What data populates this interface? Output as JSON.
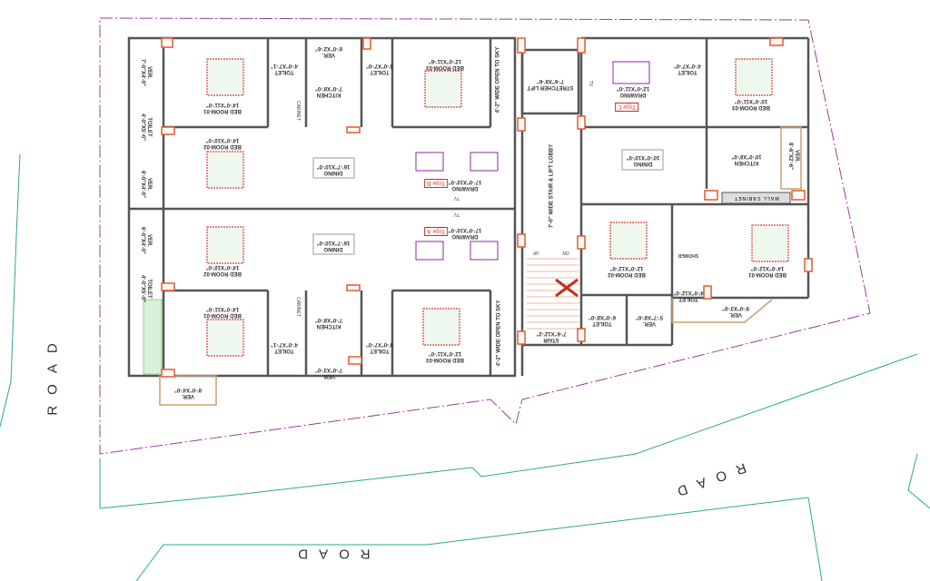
{
  "title": "Typical Floor Plan",
  "roads": [
    "ROAD",
    "ROAD",
    "ROAD"
  ],
  "units": {
    "type_b": {
      "tag": "Type B",
      "rooms": [
        {
          "name": "VER.",
          "dims": "7'-0\"X4'-0\""
        },
        {
          "name": "BED ROOM-01",
          "dims": "14'-0\"X11'-0\""
        },
        {
          "name": "TOILET",
          "dims": "4'-0\"X7'-1\""
        },
        {
          "name": "VER.",
          "dims": "6'-0\"X2'-6\""
        },
        {
          "name": "KITCHEN",
          "dims": "7'-0\"X8'-0\""
        },
        {
          "name": "TOILET",
          "dims": "4'-0\"X7'-0\""
        },
        {
          "name": "BED ROOM-03",
          "dims": "12'-0\"X11'-6\""
        },
        {
          "name": "TOILET",
          "dims": "4'-0\"X5'-0\""
        },
        {
          "name": "BED ROOM-02",
          "dims": "14'-0\"X10'-0\""
        },
        {
          "name": "VER.",
          "dims": "6'-0\"X4'-0\""
        },
        {
          "name": "DINING",
          "dims": "16'-7\"X10'-0\""
        },
        {
          "name": "DRAWING",
          "dims": "17'-0\"X10'-0\""
        }
      ],
      "tv": "TV",
      "cabinet": "CABINET",
      "open_to_sky": "4'-2\" WIDE OPEN TO SKY"
    },
    "type_a": {
      "tag": "Type A",
      "rooms": [
        {
          "name": "VER.",
          "dims": "6'-0\"X4'-0\""
        },
        {
          "name": "BED ROOM-02",
          "dims": "14'-0\"X10'-0\""
        },
        {
          "name": "TOILET",
          "dims": "4'-0\"X5'-0\""
        },
        {
          "name": "DINING",
          "dims": "16'-7\"X10'-0\""
        },
        {
          "name": "DRAWING",
          "dims": "17'-0\"X10'-0\""
        },
        {
          "name": "BED ROOM-01",
          "dims": "14'-0\"X11'-0\""
        },
        {
          "name": "TOILET",
          "dims": "4'-0\"X7'-1\""
        },
        {
          "name": "KITCHEN",
          "dims": "7'-0\"X8'-0\""
        },
        {
          "name": "VER.",
          "dims": "7'-0\"X3'-0\""
        },
        {
          "name": "TOILET",
          "dims": "4'-0\"X7'-0\""
        },
        {
          "name": "BED ROOM-03",
          "dims": "12'-0\"X11'-0\""
        },
        {
          "name": "VER.",
          "dims": "8'-0\"X4'-0\""
        }
      ],
      "tv": "TV",
      "cabinet": "CABINET",
      "open_to_sky": "4'-2\" WIDE OPEN TO SKY"
    },
    "type_c": {
      "tag": "Type C",
      "rooms": [
        {
          "name": "DRAWING",
          "dims": "12'-0\"X11'-0\""
        },
        {
          "name": "TOILET",
          "dims": "4'-0\"X7'-0\""
        },
        {
          "name": "BED ROOM-03",
          "dims": "10'-0\"X11'-0\""
        },
        {
          "name": "KITCHEN",
          "dims": "10'-0\"X8'-0\""
        },
        {
          "name": "VER.",
          "dims": "8'-6\"X2'-6\""
        },
        {
          "name": "DINING",
          "dims": "10'-0\"X10'-0\""
        },
        {
          "name": "BED ROOM-02",
          "dims": "12'-0\"X12'-0\""
        },
        {
          "name": "TOILET",
          "dims": "6'-0\"X8'-0\""
        },
        {
          "name": "VER.",
          "dims": "5'-7\"X8'-0\""
        },
        {
          "name": "TOILET",
          "dims": "4'-0\"X12'-0\""
        },
        {
          "name": "BED ROOM-01",
          "dims": "14'-0\"X12'-0\""
        },
        {
          "name": "VER.",
          "dims": "9'-0\"X3'-0\""
        }
      ],
      "tv": "TV",
      "wall_cabinet": "WALL CABINET",
      "shower": "SHOWER"
    },
    "core": {
      "lift": {
        "name": "STRETCHER LIFT",
        "dims": "7'-6\"X8'-6\""
      },
      "lobby": "7'-0\" WIDE STAIR & LIFT LOBBY",
      "stair": {
        "name": "STAIR",
        "dims": "7'-6\"X12'-2\""
      },
      "up": "UP",
      "dn": "DN"
    }
  },
  "colors": {
    "boundary": "#9b3aa6",
    "site": "#2aa89a",
    "wall": "#555555",
    "column": "#e8562a",
    "bed": "#e04040"
  }
}
